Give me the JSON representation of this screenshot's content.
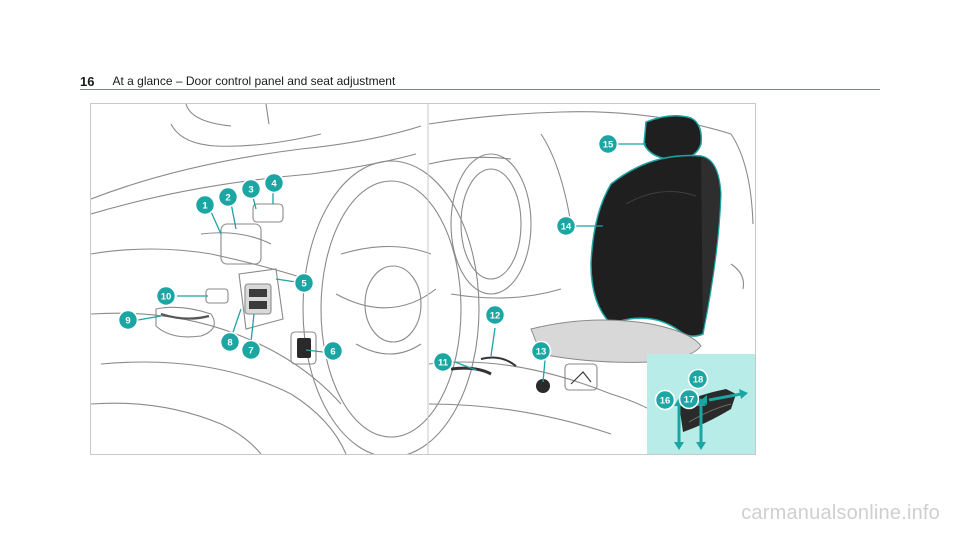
{
  "header": {
    "page_number": "16",
    "title": "At a glance – Door control panel and seat adjustment"
  },
  "callouts": [
    "1",
    "2",
    "3",
    "4",
    "5",
    "6",
    "7",
    "8",
    "9",
    "10",
    "11",
    "12",
    "13",
    "14",
    "15",
    "16",
    "17",
    "18"
  ],
  "colors": {
    "accent": "#1ba5a3",
    "inset_background": "#b8ece8",
    "line_art": "#8a8a8a",
    "seat": "#1f1f1f",
    "rule": "#2ca8a6"
  },
  "watermark": "carmanualsonline.info"
}
